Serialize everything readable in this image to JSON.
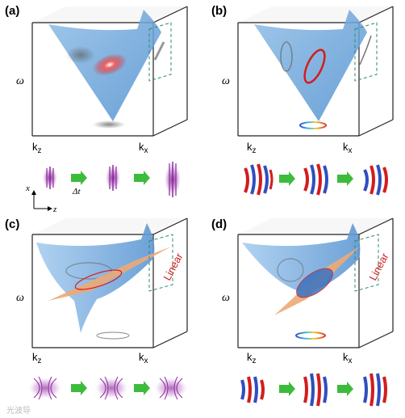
{
  "panels": [
    {
      "label": "(a)",
      "omega": "ω",
      "kz_main": "k",
      "kz_sub": "z",
      "kx_main": "k",
      "kx_sub": "x"
    },
    {
      "label": "(b)",
      "omega": "ω",
      "kz_main": "k",
      "kz_sub": "z",
      "kx_main": "k",
      "kx_sub": "x"
    },
    {
      "label": "(c)",
      "omega": "ω",
      "kz_main": "k",
      "kz_sub": "z",
      "kx_main": "k",
      "kx_sub": "x",
      "projection": "Linear"
    },
    {
      "label": "(d)",
      "omega": "ω",
      "kz_main": "k",
      "kz_sub": "z",
      "kx_main": "k",
      "kx_sub": "x",
      "projection": "Linear"
    }
  ],
  "evolution": {
    "time_step": "Δt",
    "axis_x": "x",
    "axis_z": "z"
  },
  "watermark": "光波导",
  "colors": {
    "cone_fill": "#6fa8dc",
    "plane_fill": "#f0a060",
    "red_ring": "#d92020",
    "arrow_green": "#3dbb3d",
    "dashed_box": "#2e8b6a",
    "purple_pulse": "#8b2b9b",
    "blue_lobe": "#2f4fbf"
  }
}
